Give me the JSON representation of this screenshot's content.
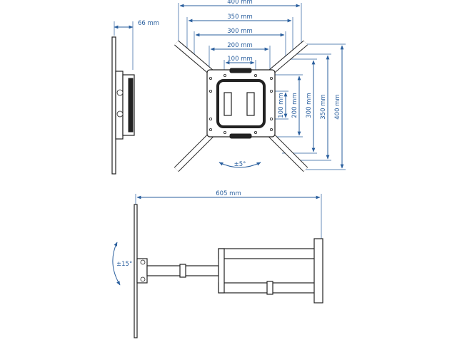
{
  "top_view": {
    "horizontal_dims": [
      "400 mm",
      "350 mm",
      "300 mm",
      "200 mm",
      "100 mm"
    ],
    "vertical_dims": [
      "100 mm",
      "200 mm",
      "300 mm",
      "350 mm",
      "400 mm"
    ],
    "rotation_label": "±5°"
  },
  "side_view": {
    "depth_label": "66 mm"
  },
  "extended_view": {
    "extension_label": "605 mm",
    "tilt_label": "±15°"
  },
  "colors": {
    "dimension": "#2a5f9e",
    "line": "#222222"
  }
}
